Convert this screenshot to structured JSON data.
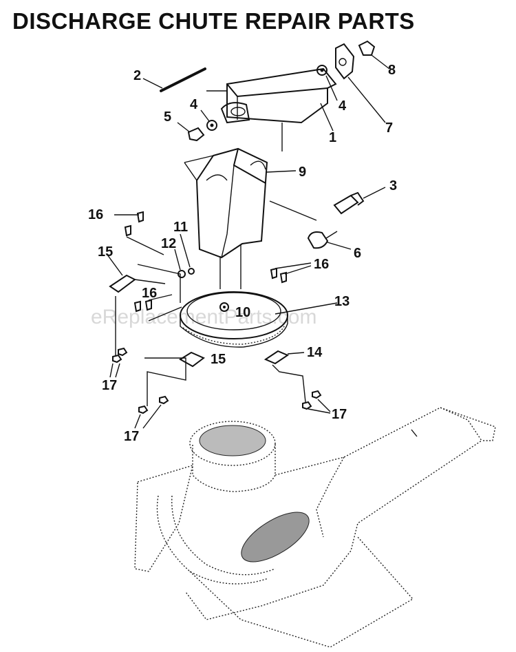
{
  "title": "DISCHARGE CHUTE REPAIR PARTS",
  "watermark": "eReplacementParts.com",
  "callouts": {
    "c1": "1",
    "c2": "2",
    "c3": "3",
    "c4a": "4",
    "c4b": "4",
    "c5": "5",
    "c6": "6",
    "c7": "7",
    "c8": "8",
    "c9": "9",
    "c10": "10",
    "c11": "11",
    "c12": "12",
    "c13": "13",
    "c14": "14",
    "c15a": "15",
    "c15b": "15",
    "c16a": "16",
    "c16b": "16",
    "c16c": "16",
    "c17a": "17",
    "c17b": "17",
    "c17c": "17"
  },
  "colors": {
    "ink": "#111111",
    "watermark": "#d8d8d8",
    "background": "#ffffff"
  }
}
